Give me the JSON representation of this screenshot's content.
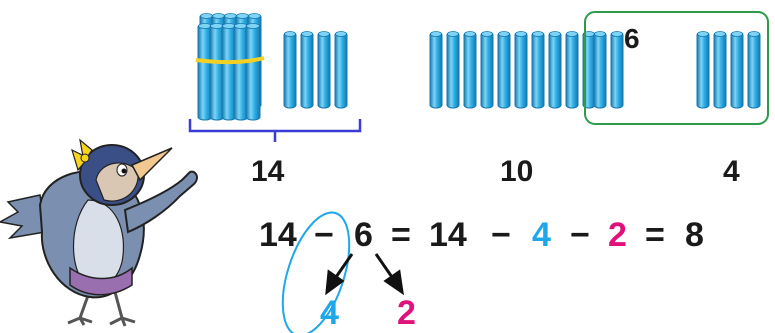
{
  "labels": {
    "bundle_total": "14",
    "ten_sticks": "10",
    "ones_sticks": "4",
    "removed_box": "6"
  },
  "equation": {
    "a": "14",
    "minus1": "−",
    "b": "6",
    "eq1": "=",
    "c": "14",
    "minus2": "−",
    "d": "4",
    "minus3": "−",
    "e": "2",
    "eq2": "=",
    "result": "8"
  },
  "decomposition": {
    "part1": "4",
    "part2": "2"
  },
  "counts": {
    "bundle_sticks": 10,
    "loose_sticks_left": 4,
    "row_sticks": 10,
    "box_sticks_left": 2,
    "box_sticks_right": 4
  },
  "colors": {
    "stick": "#2fb0e6",
    "stick_light": "#7fd4f5",
    "stick_dark": "#1478b0",
    "bracket": "#3b3bd6",
    "box": "#2e9a4c",
    "split_1": "#1fa8e8",
    "split_2": "#e0117a",
    "band": "#f2d024",
    "bird_body": "#7b8fb0",
    "bird_head": "#3b4f87",
    "bird_bow": "#f7d41e",
    "beak": "#f0c890"
  },
  "icons": {
    "bird": "bird-mascot-icon",
    "bundle": "stick-bundle-icon",
    "arrow": "arrow-down-icon"
  }
}
